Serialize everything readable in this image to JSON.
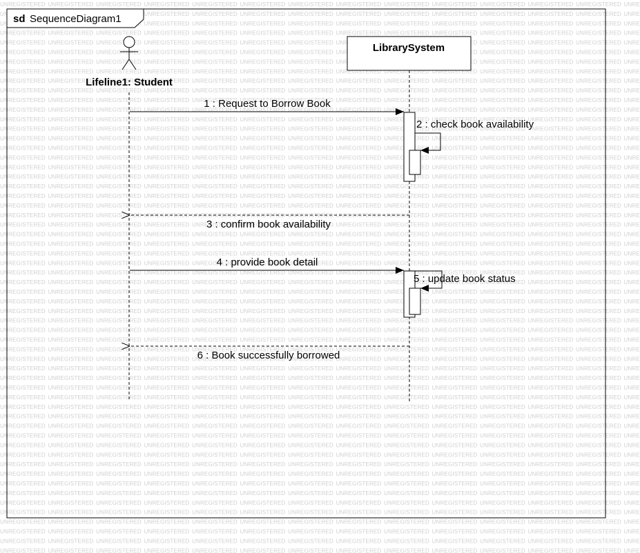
{
  "frame": {
    "keyword": "sd",
    "name": "SequenceDiagram1"
  },
  "watermark": "UNREGISTERED",
  "lifelines": [
    {
      "id": "student",
      "label": "Lifeline1: Student",
      "kind": "actor"
    },
    {
      "id": "system",
      "label": "LibrarySystem",
      "kind": "object"
    }
  ],
  "messages": [
    {
      "number": 1,
      "text": "1 : Request to Borrow Book",
      "from": "student",
      "to": "system",
      "type": "sync"
    },
    {
      "number": 2,
      "text": "2 : check book availability",
      "from": "system",
      "to": "system",
      "type": "self"
    },
    {
      "number": 3,
      "text": "3 : confirm book availability",
      "from": "system",
      "to": "student",
      "type": "return"
    },
    {
      "number": 4,
      "text": "4 : provide book detail",
      "from": "student",
      "to": "system",
      "type": "sync"
    },
    {
      "number": 5,
      "text": "5 : update book status",
      "from": "system",
      "to": "system",
      "type": "self"
    },
    {
      "number": 6,
      "text": "6 : Book successfully borrowed",
      "from": "system",
      "to": "student",
      "type": "return"
    }
  ]
}
